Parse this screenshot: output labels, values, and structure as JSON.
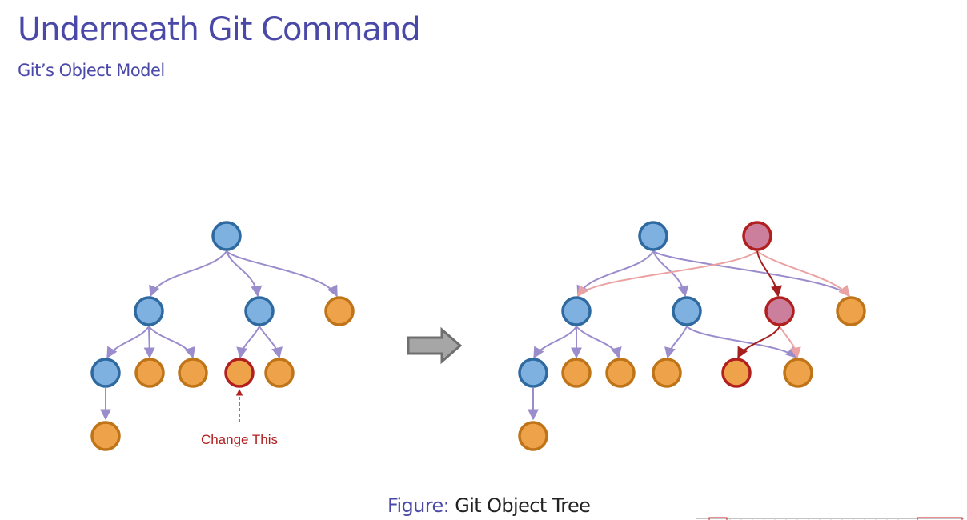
{
  "header": {
    "title": "Underneath Git Command",
    "subtitle": "Git’s Object Model"
  },
  "diagram": {
    "annotation": "Change This"
  },
  "caption": {
    "prefix": "Figure:",
    "text": " Git Object Tree"
  },
  "colors": {
    "title": "#4a49a8",
    "tree_node_fill": "#7eb0e0",
    "tree_node_stroke": "#2e6aa0",
    "blob_node_fill": "#eea24a",
    "blob_node_stroke": "#c07418",
    "changed_node_stroke": "#b21f1f",
    "new_node_fill": "#cc7f9c",
    "edge_old": "#9b8ccc",
    "edge_new_light": "#eba2a2",
    "edge_new_dark": "#a61f1f",
    "annotation": "#b21f1f"
  },
  "icons": {
    "transition": "right-arrow-icon"
  }
}
